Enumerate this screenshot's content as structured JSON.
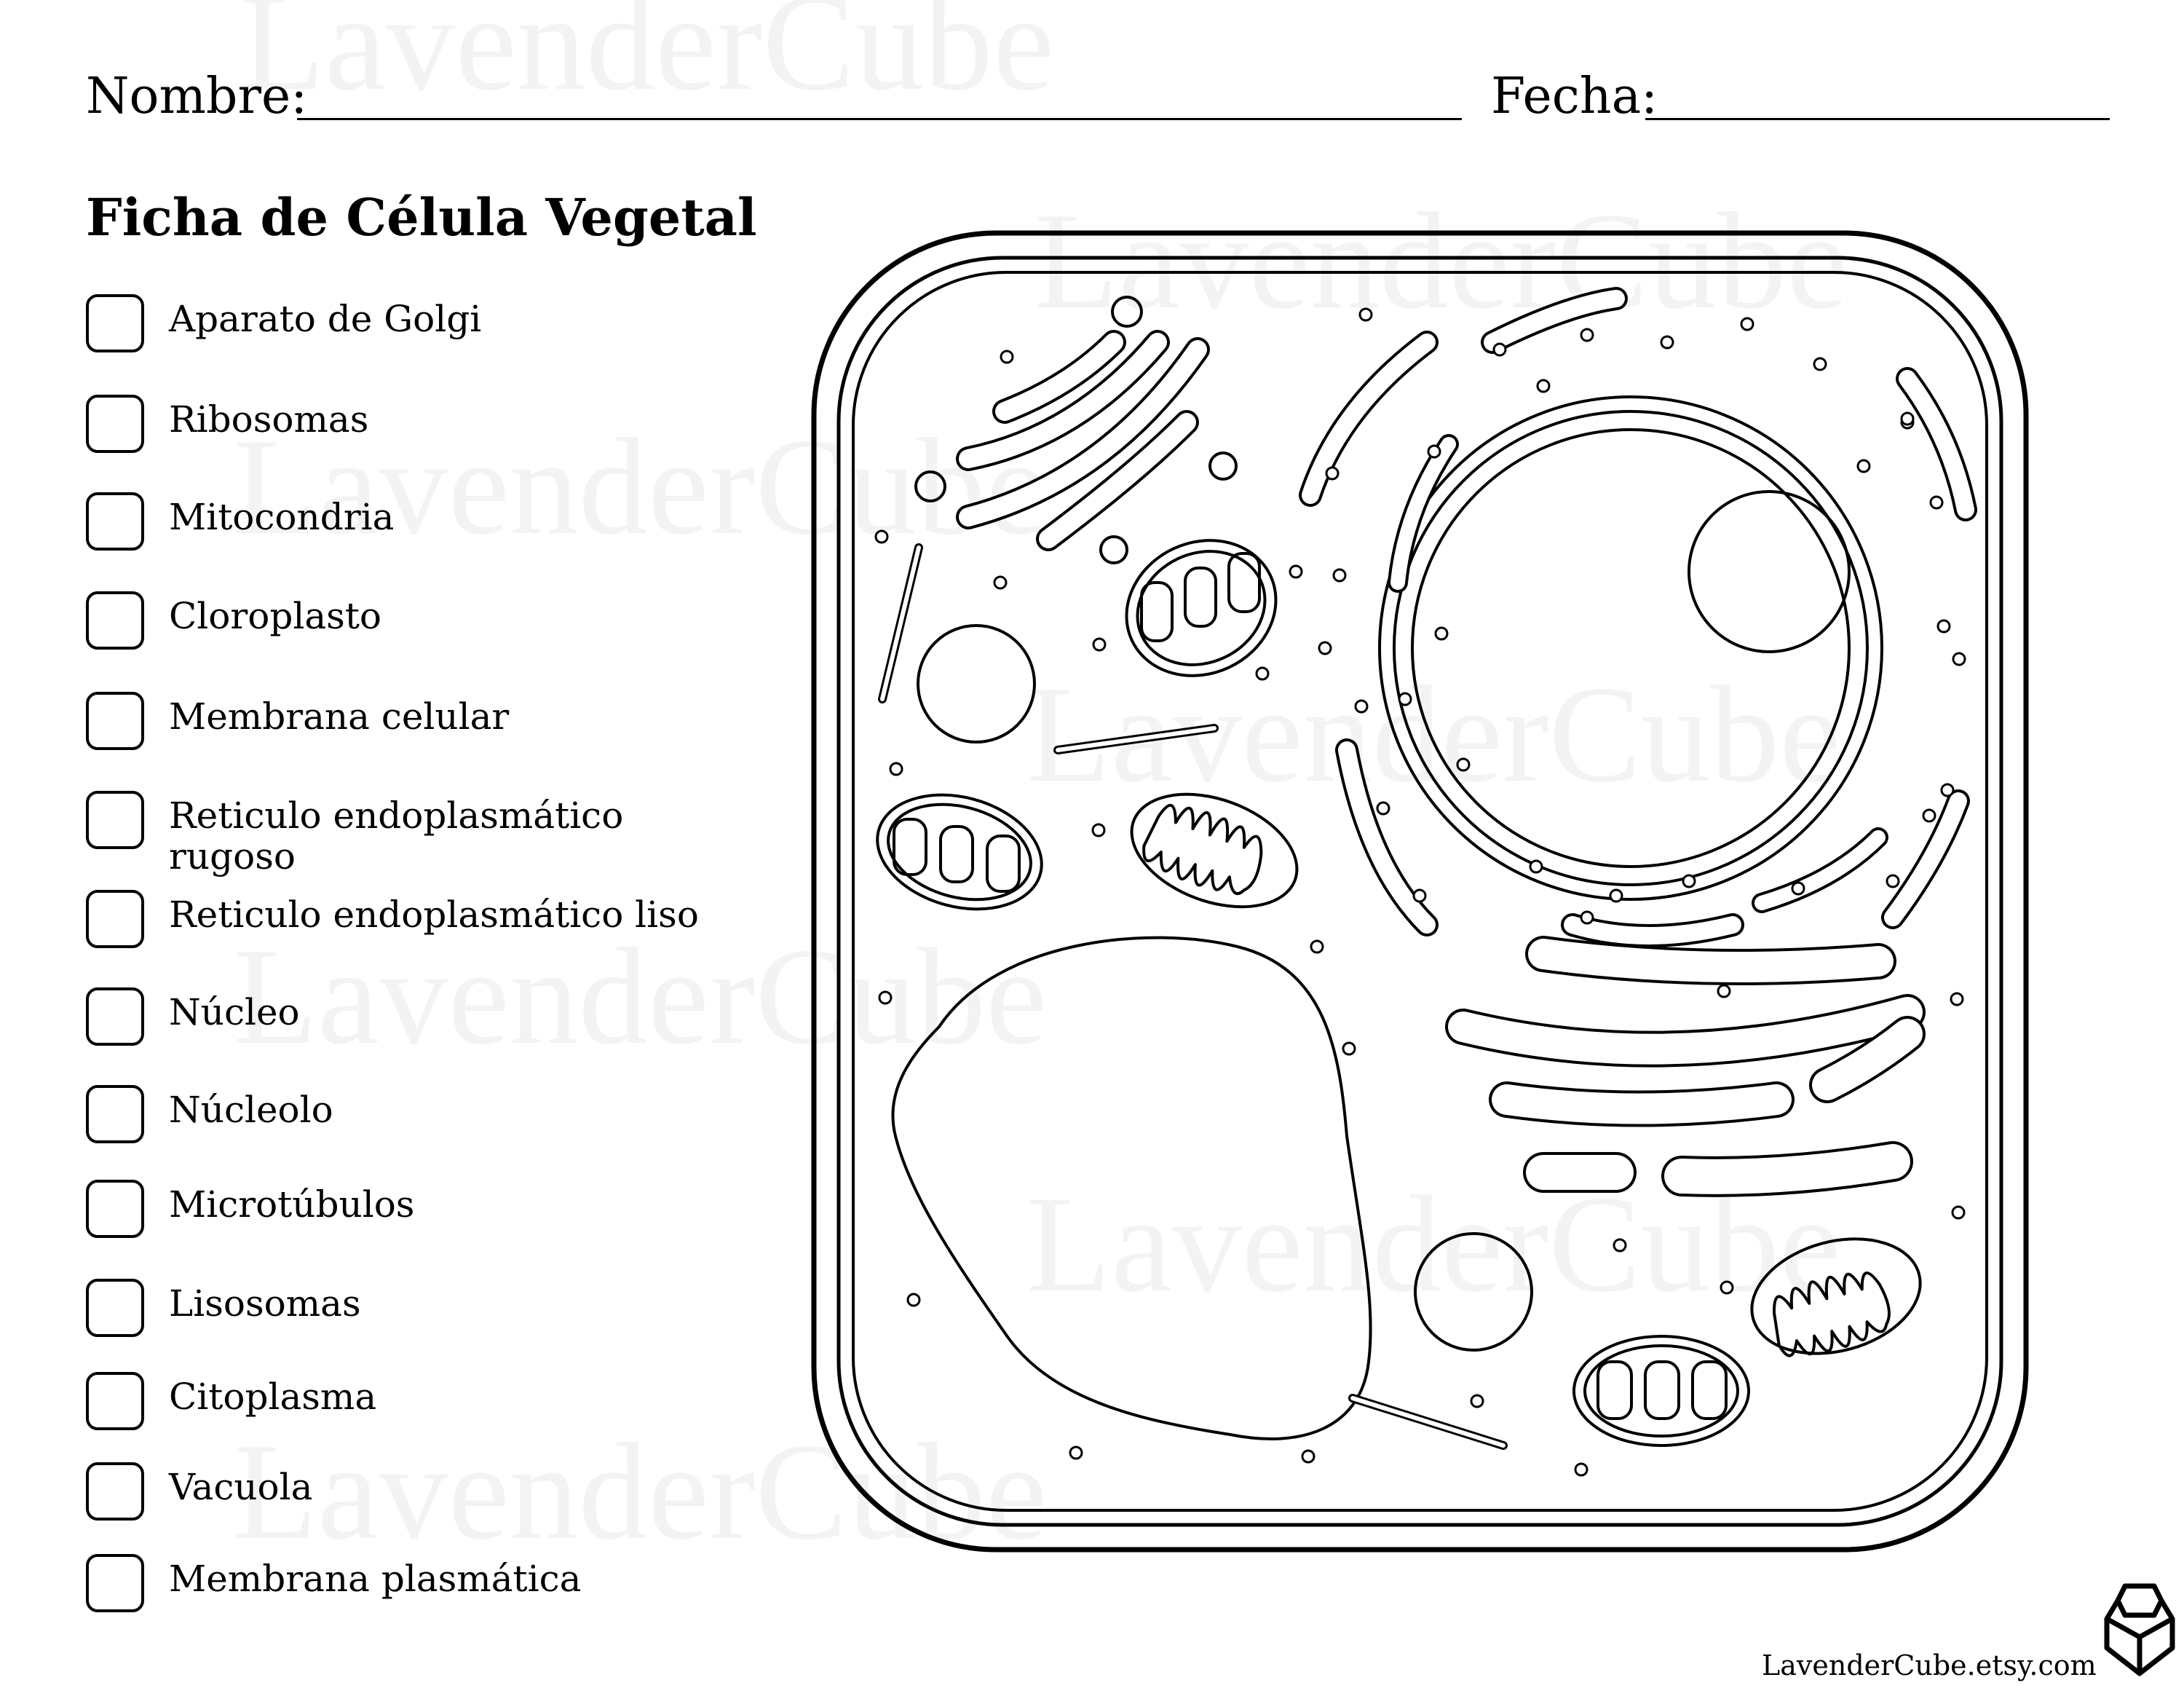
{
  "header": {
    "name_label": "Nombre:",
    "date_label": "Fecha:"
  },
  "title": "Ficha de Célula Vegetal",
  "checklist": [
    {
      "label": "Aparato de Golgi"
    },
    {
      "label": "Ribosomas"
    },
    {
      "label": "Mitocondria"
    },
    {
      "label": "Cloroplasto"
    },
    {
      "label": "Membrana celular"
    },
    {
      "label": "Reticulo endoplasmático rugoso"
    },
    {
      "label": "Reticulo endoplasmático liso"
    },
    {
      "label": "Núcleo"
    },
    {
      "label": "Núcleolo"
    },
    {
      "label": "Microtúbulos"
    },
    {
      "label": "Lisosomas"
    },
    {
      "label": "Citoplasma"
    },
    {
      "label": "Vacuola"
    },
    {
      "label": "Membrana plasmática"
    }
  ],
  "watermark": "LavenderCube",
  "footer": {
    "website": "LavenderCube.etsy.com",
    "logo_icon": "lavendercube-logo-icon"
  }
}
